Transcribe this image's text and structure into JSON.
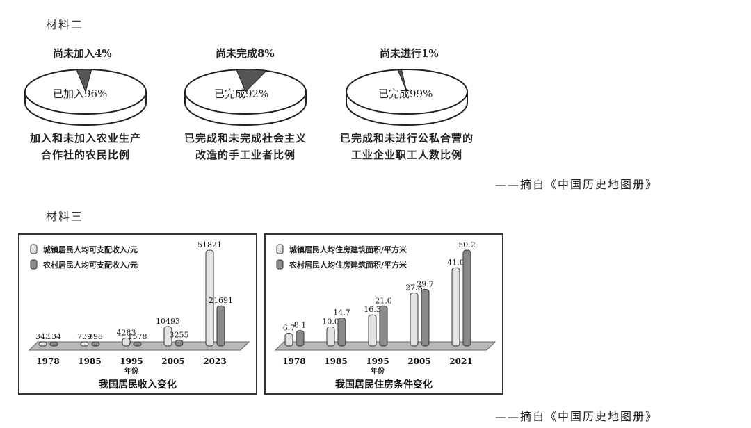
{
  "material2": {
    "label": "材料二",
    "pies": [
      {
        "top": "尚未加入4%",
        "inner": "已加入96%",
        "caption": [
          "加入和未加入农业生产",
          "合作社的农民比例"
        ],
        "small_fraction": 0.04
      },
      {
        "top": "尚未完成8%",
        "inner": "已完成92%",
        "caption": [
          "已完成和未完成社会主义",
          "改造的手工业者比例"
        ],
        "small_fraction": 0.08
      },
      {
        "top": "尚未进行1%",
        "inner": "已完成99%",
        "caption": [
          "已完成和未进行公私合营的",
          "工业企业职工人数比例"
        ],
        "small_fraction": 0.01
      }
    ],
    "source": "——摘自《中国历史地图册》"
  },
  "material3": {
    "label": "材料三",
    "source": "——摘自《中国历史地图册》",
    "charts": [
      {
        "type": "bar",
        "title": "我国居民收入变化",
        "xlabel": "年份",
        "legend": [
          "城镇居民人均可支配收入/元",
          "农村居民人均可支配收入/元"
        ],
        "categories": [
          "1978",
          "1985",
          "1995",
          "2005",
          "2023"
        ],
        "series": [
          {
            "name": "城镇居民人均可支配收入/元",
            "values": [
              343,
              739,
              4283,
              10493,
              51821
            ]
          },
          {
            "name": "农村居民人均可支配收入/元",
            "values": [
              134,
              398,
              1578,
              3255,
              21691
            ]
          }
        ],
        "value_labels": [
          [
            "343",
            "134"
          ],
          [
            "739",
            "398"
          ],
          [
            "4283",
            "1578"
          ],
          [
            "10493",
            "3255"
          ],
          [
            "51821",
            "21691"
          ]
        ]
      },
      {
        "type": "bar",
        "title": "我国居民住房条件变化",
        "xlabel": "年份",
        "legend": [
          "城镇居民人均住房建筑面积/平方米",
          "农村居民人均住房建筑面积/平方米"
        ],
        "categories": [
          "1978",
          "1985",
          "1995",
          "2005",
          "2021"
        ],
        "series": [
          {
            "name": "城镇居民人均住房建筑面积/平方米",
            "values": [
              6.7,
              10.0,
              16.3,
              27.8,
              41.0
            ]
          },
          {
            "name": "农村居民人均住房建筑面积/平方米",
            "values": [
              8.1,
              14.7,
              21.0,
              29.7,
              50.2
            ]
          }
        ],
        "value_labels": [
          [
            "6.7",
            "8.1"
          ],
          [
            "10.0",
            "14.7"
          ],
          [
            "16.3",
            "21.0"
          ],
          [
            "27.8",
            "29.7"
          ],
          [
            "41.0",
            "50.2"
          ]
        ]
      }
    ]
  },
  "colors": {
    "light_bar": "#e4e4e4",
    "dark_bar": "#8a8a8a",
    "floor": "#b9b9b9",
    "wedge": "#555555"
  }
}
